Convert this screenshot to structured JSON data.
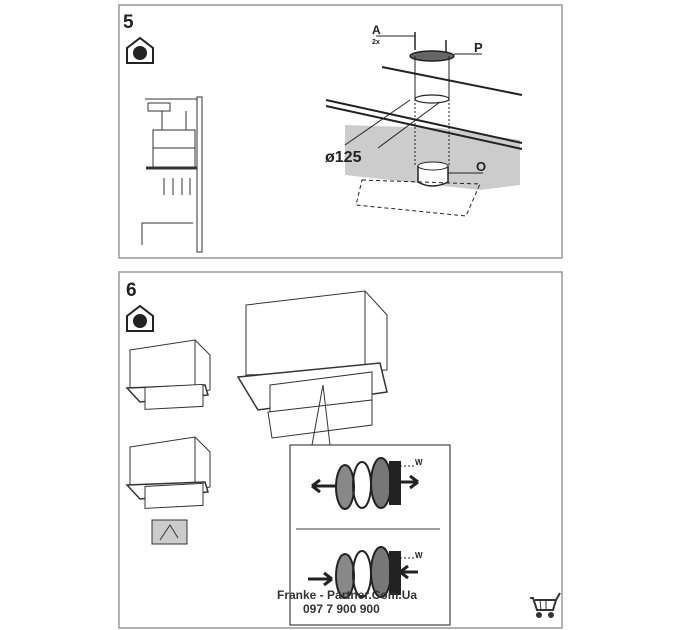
{
  "steps": [
    {
      "number": "5",
      "labels": {
        "screw": "A",
        "screw_qty": "2x",
        "plate": "P",
        "diameter": "ø125",
        "outlet": "O"
      }
    },
    {
      "number": "6",
      "labels": {
        "width_top": "W",
        "width_bottom": "W"
      }
    }
  ],
  "watermark": {
    "site": "Franke - Partner.Com.Ua",
    "phone": "097 7 900 900"
  },
  "icons": {
    "step_symbol": "house-recirculation-icon",
    "cart": "shopping-cart-icon"
  }
}
